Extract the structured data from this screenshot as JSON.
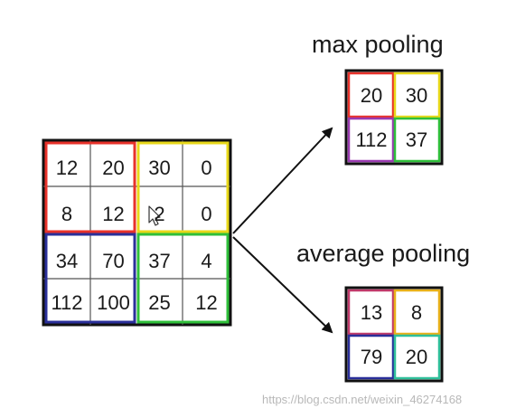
{
  "input_matrix": {
    "rows": [
      [
        "12",
        "20",
        "30",
        "0"
      ],
      [
        "8",
        "12",
        "2",
        "0"
      ],
      [
        "34",
        "70",
        "37",
        "4"
      ],
      [
        "112",
        "100",
        "25",
        "12"
      ]
    ],
    "quadrant_colors": [
      "#e8322a",
      "#e8d81a",
      "#2a2f9a",
      "#2fbf3a"
    ]
  },
  "max_pooling": {
    "label": "max pooling",
    "rows": [
      [
        "20",
        "30"
      ],
      [
        "112",
        "37"
      ]
    ]
  },
  "average_pooling": {
    "label": "average pooling",
    "rows": [
      [
        "13",
        "8"
      ],
      [
        "79",
        "20"
      ]
    ]
  },
  "watermark": "https://blog.csdn.net/weixin_46274168"
}
